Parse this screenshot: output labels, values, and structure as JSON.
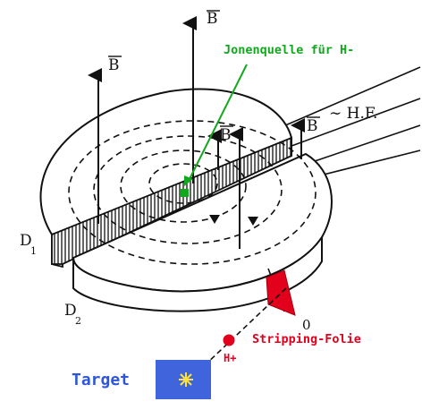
{
  "labels": {
    "b_field": "B",
    "d1_main": "D",
    "d1_sub": "1",
    "d2_main": "D",
    "d2_sub": "2",
    "hf": "∼ H.F.",
    "origin": "0",
    "ion_source": "Jonenquelle für H-",
    "stripping_foil": "Stripping-Folie",
    "h_plus": "H+",
    "target": "Target"
  },
  "colors": {
    "ion_source": "#12a81e",
    "stripping": "#e3001c",
    "target_text": "#2d56d8",
    "target_box": "#3f64dc",
    "spark": "#ffe23a",
    "line": "#111111"
  },
  "icons": {
    "ion_source_marker": "green-dot-icon",
    "spark": "spark-icon"
  }
}
